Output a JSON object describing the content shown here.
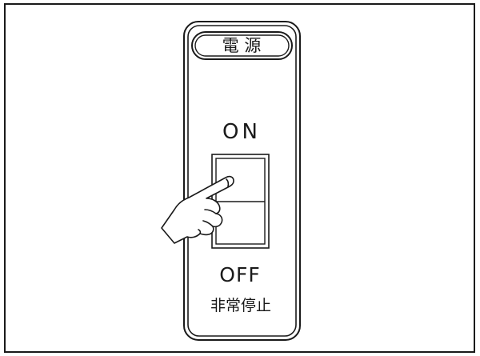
{
  "panel": {
    "title": "電 源",
    "on_label": "ON",
    "off_label": "OFF",
    "emergency_label": "非常停止"
  },
  "switch": {
    "state_pressed": "ON"
  },
  "icons": {
    "hand": "pointing-hand-icon"
  },
  "colors": {
    "line": "#1a1a1a",
    "background": "#ffffff"
  }
}
